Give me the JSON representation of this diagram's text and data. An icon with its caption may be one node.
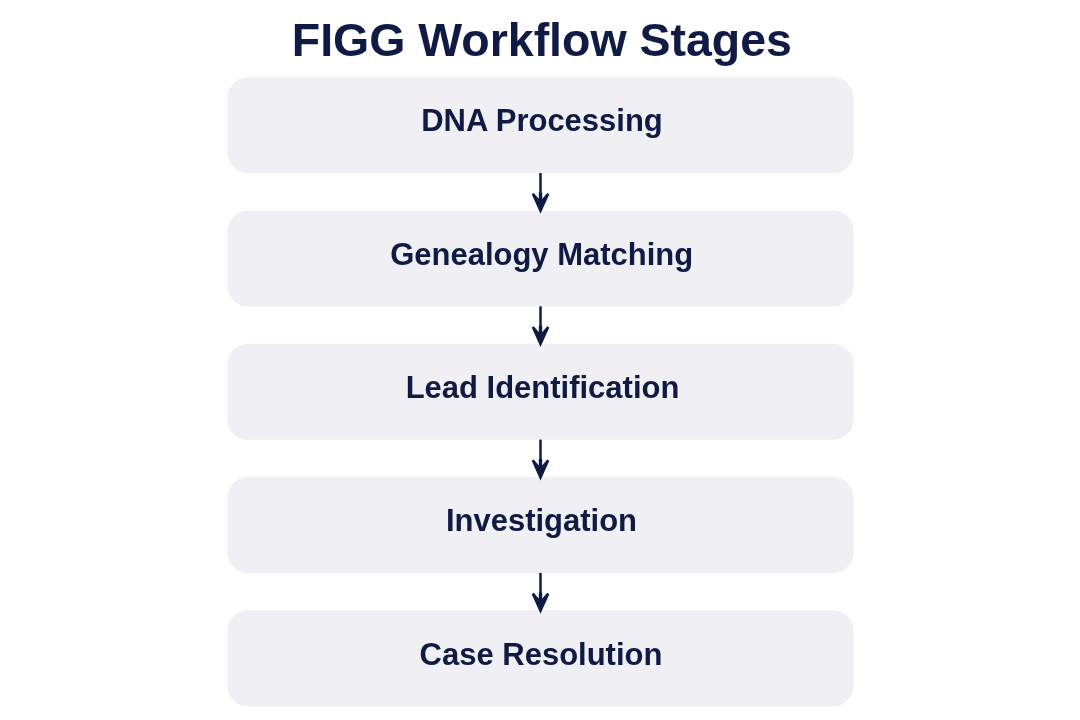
{
  "diagram": {
    "title": "FIGG Workflow Stages",
    "nodes": [
      {
        "text": [
          "DNA Processing"
        ]
      },
      {
        "text": [
          "Genealogy Matching"
        ]
      },
      {
        "text": [
          "Lead Identification"
        ]
      },
      {
        "text": [
          "Investigation"
        ]
      },
      {
        "text": [
          "Case Resolution"
        ]
      }
    ],
    "edges": [
      {
        "from": 0,
        "to": 1,
        "arrow": "to"
      },
      {
        "from": 1,
        "to": 2,
        "arrow": "to"
      },
      {
        "from": 2,
        "to": 3,
        "arrow": "to"
      },
      {
        "from": 3,
        "to": 4,
        "arrow": "to"
      }
    ]
  }
}
